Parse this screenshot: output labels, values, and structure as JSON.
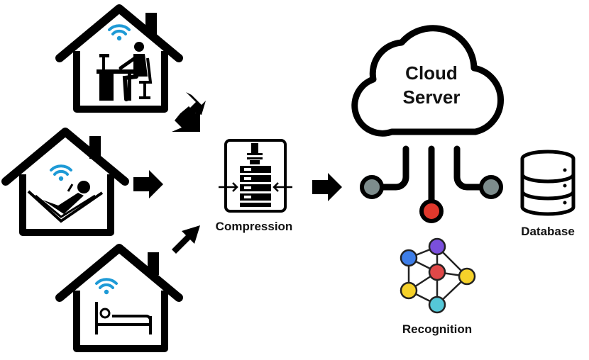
{
  "labels": {
    "cloud_line1": "Cloud",
    "cloud_line2": "Server",
    "compression": "Compression",
    "database": "Database",
    "recognition": "Recognition"
  },
  "colors": {
    "outline": "#000000",
    "wifi": "#1e9ad6",
    "node_grey": "#7d8c8c",
    "node_red": "#e0382c",
    "graph_blue": "#3e7ee8",
    "graph_purple": "#7a4fdc",
    "graph_red": "#e04848",
    "graph_yellow": "#f5d12a",
    "graph_cyan": "#55c8d8",
    "graph_edge": "#222222"
  },
  "icons": {
    "house_office": "house-with-person-at-desk",
    "house_hammock": "house-with-person-in-hammock",
    "house_bed": "house-with-person-in-bed",
    "compression": "compressor-icon",
    "cloud": "cloud-icon",
    "database": "database-icon",
    "recognition": "neural-graph-icon"
  }
}
